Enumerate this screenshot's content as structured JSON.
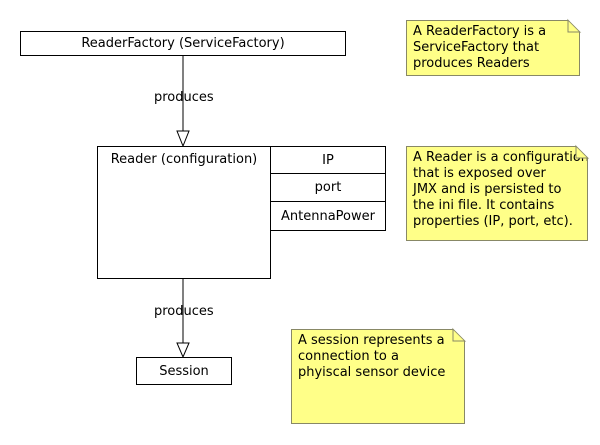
{
  "nodes": {
    "reader_factory": "ReaderFactory (ServiceFactory)",
    "reader": "Reader (configuration)",
    "session": "Session"
  },
  "properties": [
    "IP",
    "port",
    "AntennaPower"
  ],
  "edges": {
    "factory_to_reader": "produces",
    "reader_to_session": "produces"
  },
  "notes": {
    "factory": [
      "A ReaderFactory is a",
      "ServiceFactory that",
      "produces Readers"
    ],
    "reader": [
      "A Reader is a configuration",
      "that is exposed over",
      "JMX and is persisted to",
      "the ini file.  It contains",
      "properties (IP, port, etc)."
    ],
    "session": [
      "A session represents a",
      "connection to a",
      "phyiscal sensor device"
    ]
  },
  "colors": {
    "note_fill": "#ffff88",
    "stroke": "#000000"
  }
}
